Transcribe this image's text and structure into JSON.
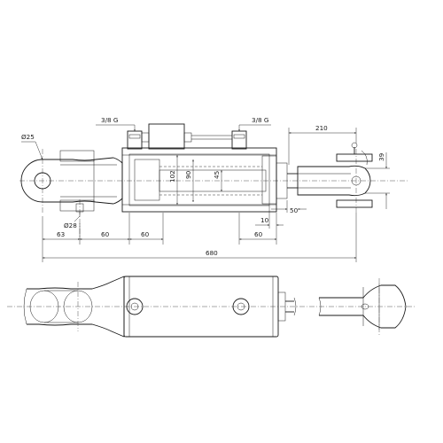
{
  "labels": {
    "port_left": "3/8 G",
    "port_right": "3/8 G",
    "pin_diameter": "Ø25",
    "mount_hole": "Ø28",
    "bore": "102",
    "body_inner": "90",
    "rod": "45",
    "eye_width": "39",
    "clevis_length": "210",
    "clevis_offset": "50",
    "port_offset": "10",
    "eye_end": "63",
    "dim_60_a": "60",
    "dim_60_b": "60",
    "dim_60_c": "60",
    "overall": "680"
  }
}
